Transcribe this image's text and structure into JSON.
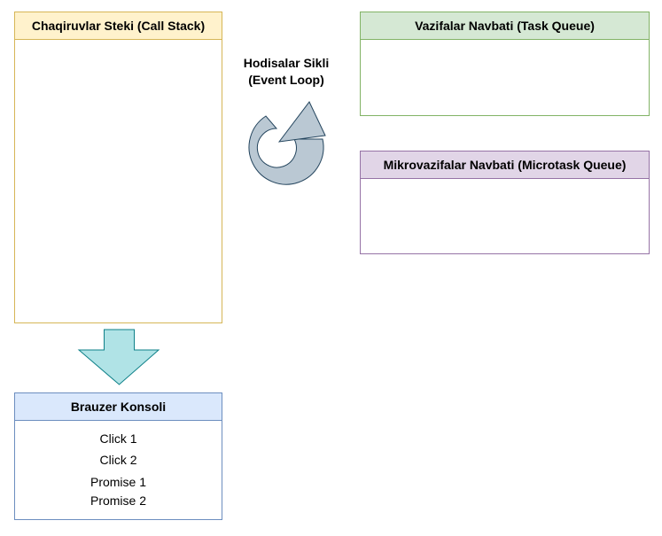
{
  "call_stack": {
    "title": "Chaqiruvlar Steki (Call Stack)"
  },
  "task_queue": {
    "title": "Vazifalar Navbati (Task Queue)"
  },
  "microtask_queue": {
    "title": "Mikrovazifalar Navbati (Microtask Queue)"
  },
  "event_loop": {
    "title_line1": "Hodisalar Sikli",
    "title_line2": "(Event Loop)"
  },
  "console": {
    "title": "Brauzer Konsoli",
    "lines": [
      "Click 1",
      "Click 2",
      "Promise 1",
      "Promise 2"
    ]
  },
  "colors": {
    "call_stack_fill": "#fff2cc",
    "call_stack_stroke": "#d6b656",
    "task_queue_fill": "#d5e8d4",
    "task_queue_stroke": "#82b366",
    "microtask_fill": "#e1d5e7",
    "microtask_stroke": "#9673a6",
    "console_fill": "#dae8fc",
    "console_stroke": "#6c8ebf",
    "arrow_fill": "#b0e3e6",
    "arrow_stroke": "#0e8088",
    "loop_fill": "#bac8d3",
    "loop_stroke": "#23445d"
  }
}
